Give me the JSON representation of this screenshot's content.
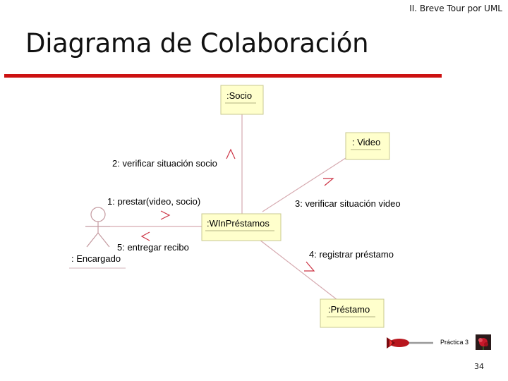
{
  "header": {
    "section": "II. Breve Tour por UML",
    "title": "Diagrama de Colaboración"
  },
  "diagram": {
    "objects": {
      "socio": ":Socio",
      "video": ": Video",
      "winprestamos": ":WInPréstamos",
      "prestamo": ":Préstamo"
    },
    "actor": {
      "label": ": Encargado"
    },
    "messages": {
      "m1": "1: prestar(video, socio)",
      "m2": "2: verificar situación socio",
      "m3": "3: verificar situación video",
      "m4": "4: registrar préstamo",
      "m5": "5: entregar recibo"
    }
  },
  "footer": {
    "label": "Práctica 3",
    "page_number": "34"
  },
  "colors": {
    "title_rule": "#cc1111",
    "object_fill": "#ffffcc",
    "arrow": "#cc3344"
  }
}
